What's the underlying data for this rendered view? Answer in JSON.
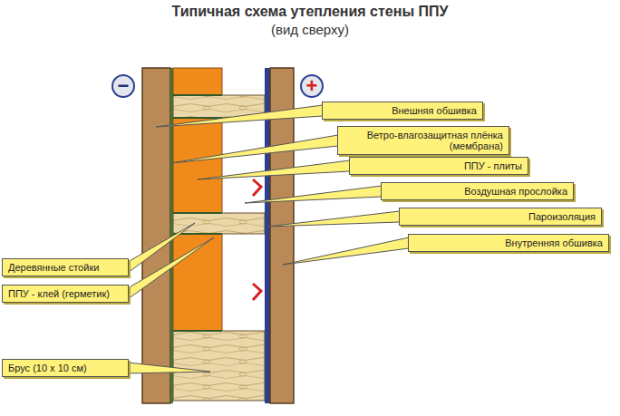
{
  "diagram": {
    "title": "Типичная схема утепления стены ППУ",
    "nodes": [
      {
        "text": [
          "−"
        ]
      },
      {
        "text": [
          "+"
        ]
      },
      {
        "text": [
          "Внешняя обшивка"
        ]
      },
      {
        "text": [
          "Ветро-влагозащитная плёнка (мембрана)"
        ]
      },
      {
        "text": [
          "ППУ - плиты"
        ]
      },
      {
        "text": [
          "Воздушная прослойка"
        ]
      },
      {
        "text": [
          "Пароизоляция"
        ]
      },
      {
        "text": [
          "Внутренняя обшивка"
        ]
      },
      {
        "text": [
          "Деревянные стойки"
        ]
      },
      {
        "text": [
          "ППУ - клей (герметик)"
        ]
      },
      {
        "text": [
          "Брус (10 х 10 см)"
        ]
      }
    ],
    "labels": [
      "(вид сверху)"
    ]
  }
}
